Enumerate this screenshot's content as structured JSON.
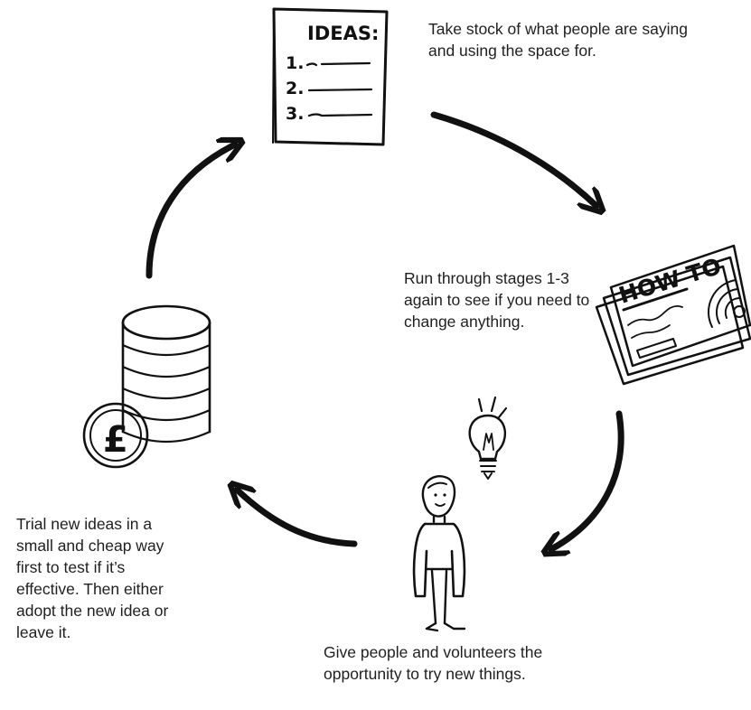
{
  "steps": {
    "take_stock": "Take stock of what people are saying and using the space for.",
    "run_through": "Run through stages 1-3 again to see if you need to change anything.",
    "give_people": "Give people and volunteers the opportunity to try new things.",
    "trial_ideas": "Trial new ideas in a small and cheap way first to test if it’s effective. Then either adopt the new idea or leave it."
  },
  "ideas_note": {
    "title": "IDEAS:",
    "items": [
      "1.",
      "2.",
      "3."
    ]
  },
  "newspaper": {
    "headline": "HOW TO"
  },
  "coin": {
    "symbol": "£"
  },
  "icons": [
    "ideas-list-icon",
    "how-to-newspaper-icon",
    "light-bulb-icon",
    "person-icon",
    "coin-stack-icon",
    "pound-coin-icon",
    "cycle-arrow-icon"
  ],
  "colors": {
    "ink": "#111111",
    "text": "#1f1f1f",
    "background": "#ffffff"
  }
}
